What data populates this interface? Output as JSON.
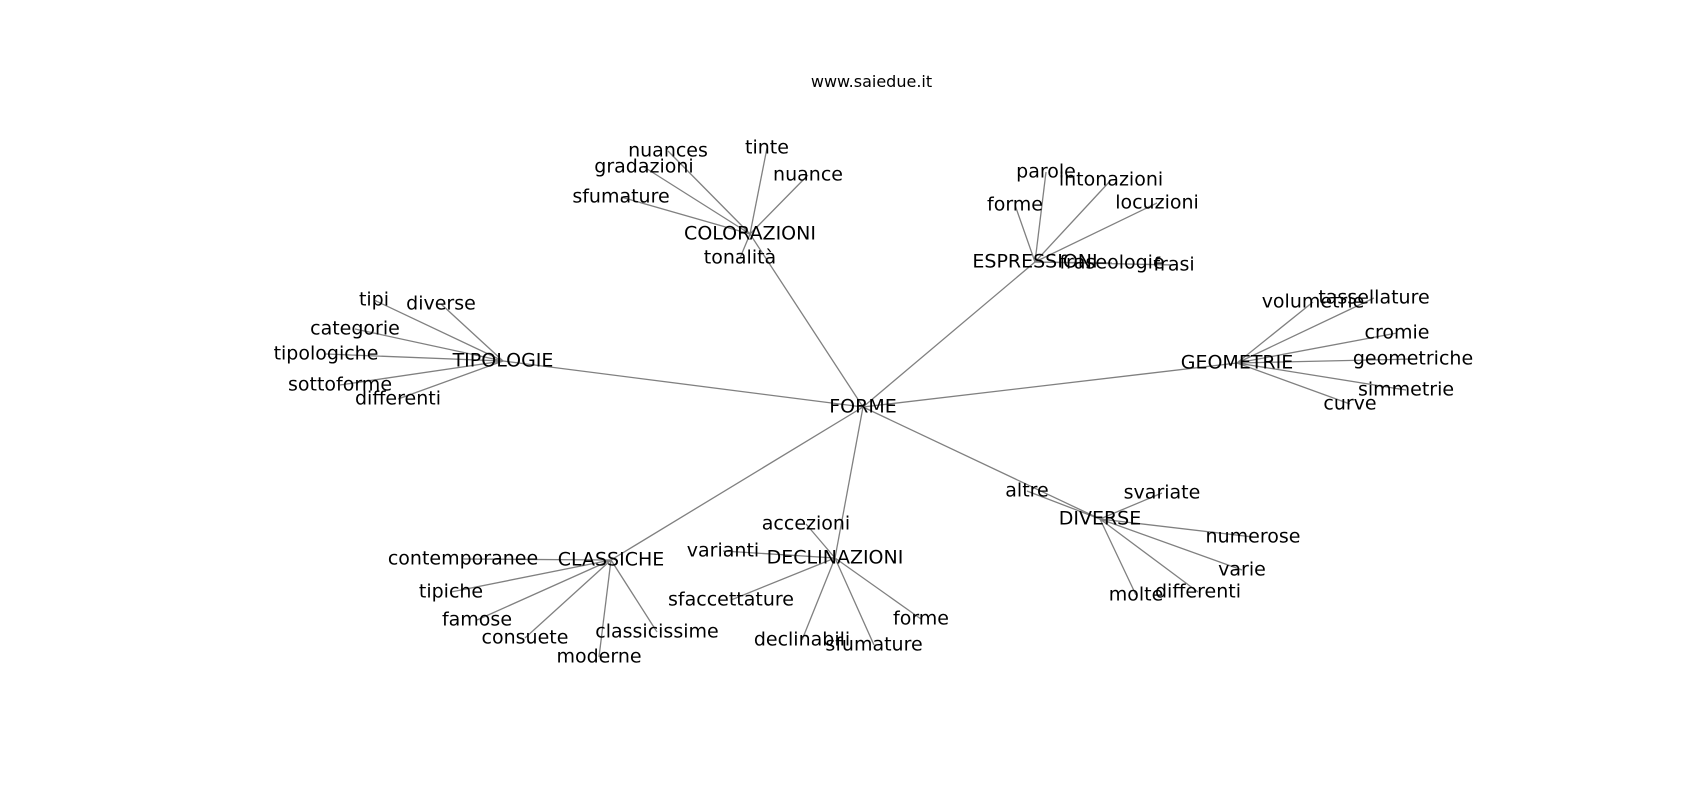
{
  "header": {
    "site": "www.saiedue.it"
  },
  "graph": {
    "center": "FORME",
    "hubs": [
      {
        "id": "colorazioni",
        "label": "COLORAZIONI",
        "leaves": [
          "nuances",
          "tinte",
          "gradazioni",
          "nuance",
          "sfumature",
          "tonalità"
        ]
      },
      {
        "id": "espressioni",
        "label": "ESPRESSIONI",
        "leaves": [
          "parole",
          "intonazioni",
          "forme",
          "locuzioni",
          "fraseologie",
          "frasi"
        ]
      },
      {
        "id": "geometrie",
        "label": "GEOMETRIE",
        "leaves": [
          "volumetrie",
          "tassellature",
          "cromie",
          "geometriche",
          "simmetrie",
          "curve"
        ]
      },
      {
        "id": "tipologie",
        "label": "TIPOLOGIE",
        "leaves": [
          "tipi",
          "diverse",
          "categorie",
          "tipologiche",
          "sottoforme",
          "differenti"
        ]
      },
      {
        "id": "diverse",
        "label": "DIVERSE",
        "leaves": [
          "altre",
          "svariate",
          "numerose",
          "varie",
          "molte",
          "differenti"
        ]
      },
      {
        "id": "declinazioni",
        "label": "DECLINAZIONI",
        "leaves": [
          "accezioni",
          "varianti",
          "sfaccettature",
          "forme",
          "declinabili",
          "sfumature"
        ]
      },
      {
        "id": "classiche",
        "label": "CLASSICHE",
        "leaves": [
          "contemporanee",
          "tipiche",
          "famose",
          "consuete",
          "moderne",
          "classicissime"
        ]
      }
    ]
  }
}
